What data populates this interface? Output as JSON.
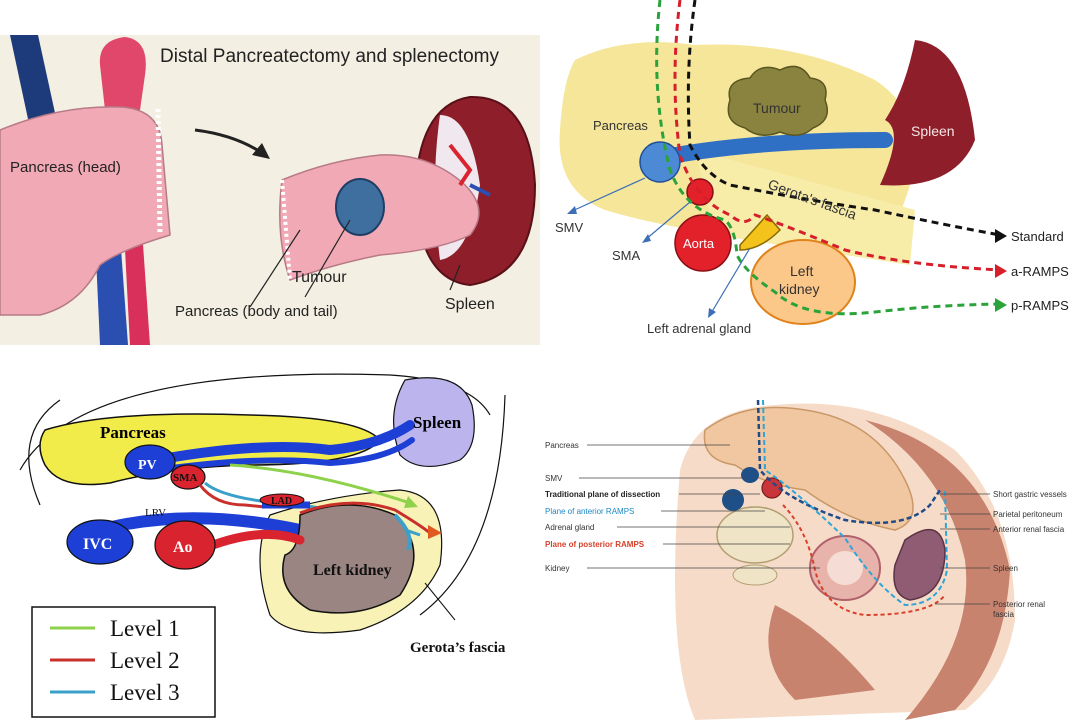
{
  "colors": {
    "pancreas_pink": "#f1a9b6",
    "spleen_red": "#8e1f2a",
    "tumour_blue": "#3f6f9e",
    "vessel_blue": "#1d3fd6",
    "vessel_red": "#d9242f",
    "pancreas_yellow": "#f2ec4a",
    "spleen_lilac": "#bcb4ec",
    "kidney_grey": "#9a8582",
    "fascia_cream": "#f8f2b6",
    "level1_green": "#8ed14a",
    "level2_red": "#c9302c",
    "level3_blue": "#3aa0c9"
  },
  "panel_a": {
    "title": "Distal Pancreatectomy and splenectomy",
    "labels": {
      "pancreas_head": "Pancreas (head)",
      "tumour": "Tumour",
      "pancreas_body_tail": "Pancreas (body and tail)",
      "spleen": "Spleen"
    }
  },
  "panel_b": {
    "labels": {
      "pancreas": "Pancreas",
      "tumour": "Tumour",
      "spleen": "Spleen",
      "gerotas_fascia": "Gerota's fascia",
      "smv": "SMV",
      "sma": "SMA",
      "aorta": "Aorta",
      "left_kidney_1": "Left",
      "left_kidney_2": "kidney",
      "left_adrenal": "Left adrenal gland",
      "standard": "Standard",
      "a_ramps": "a-RAMPS",
      "p_ramps": "p-RAMPS"
    }
  },
  "panel_c": {
    "labels": {
      "pancreas": "Pancreas",
      "spleen": "Spleen",
      "pv": "PV",
      "sma": "SMA",
      "lrv": "LRV",
      "lad": "LAD",
      "ivc": "IVC",
      "ao": "Ao",
      "left_kidney": "Left kidney",
      "gerotas_fascia": "Gerota’s fascia"
    },
    "legend": [
      {
        "label": "Level 1",
        "color": "#8ed14a"
      },
      {
        "label": "Level 2",
        "color": "#c9302c"
      },
      {
        "label": "Level 3",
        "color": "#3aa0c9"
      }
    ]
  },
  "panel_d": {
    "labels": {
      "pancreas": "Pancreas",
      "smv": "SMV",
      "traditional_plane": "Traditional plane of dissection",
      "plane_anterior": "Plane of anterior RAMPS",
      "adrenal_gland": "Adrenal gland",
      "plane_posterior": "Plane of posterior RAMPS",
      "kidney": "Kidney",
      "short_gastric": "Short gastric vessels",
      "parietal_peritoneum": "Parietal peritoneum",
      "anterior_renal_fascia": "Anterior renal fascia",
      "spleen": "Spleen",
      "posterior_renal_1": "Posterior renal",
      "posterior_renal_2": "fascia"
    }
  }
}
